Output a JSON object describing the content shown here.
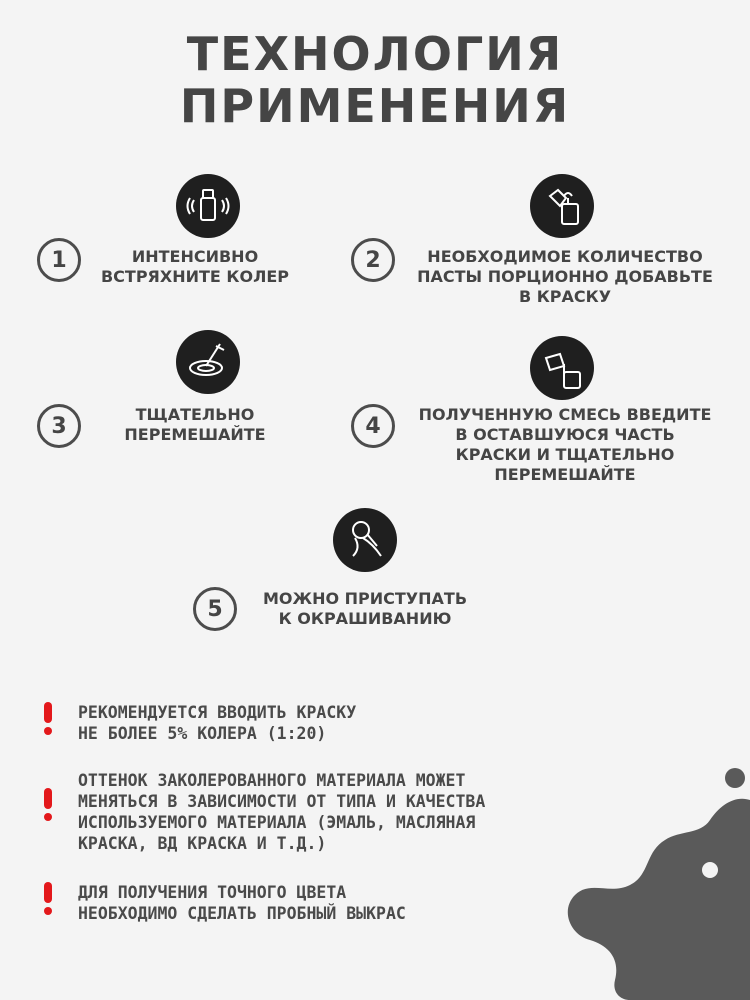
{
  "title": {
    "line1": "ТЕХНОЛОГИЯ",
    "line2": "ПРИМЕНЕНИЯ"
  },
  "steps": [
    {
      "number": "1",
      "lines": [
        "ИНТЕНСИВНО",
        "ВСТРЯХНИТЕ КОЛЕР"
      ],
      "icon": "shake-bottle-icon"
    },
    {
      "number": "2",
      "lines": [
        "НЕОБХОДИМОЕ КОЛИЧЕСТВО",
        "ПАСТЫ ПОРЦИОННО ДОБАВЬТЕ",
        "В КРАСКУ"
      ],
      "icon": "squeeze-bottle-icon"
    },
    {
      "number": "3",
      "lines": [
        "ТЩАТЕЛЬНО",
        "ПЕРЕМЕШАЙТЕ"
      ],
      "icon": "stir-icon"
    },
    {
      "number": "4",
      "lines": [
        "ПОЛУЧЕННУЮ СМЕСЬ ВВЕДИТЕ",
        "В ОСТАВШУЮСЯ ЧАСТЬ",
        "КРАСКИ И ТЩАТЕЛЬНО",
        "ПЕРЕМЕШАЙТЕ"
      ],
      "icon": "pour-can-icon"
    },
    {
      "number": "5",
      "lines": [
        "МОЖНО ПРИСТУПАТЬ",
        "К ОКРАШИВАНИЮ"
      ],
      "icon": "paint-roller-icon"
    }
  ],
  "notes": [
    {
      "lines": [
        "РЕКОМЕНДУЕТСЯ ВВОДИТЬ КРАСКУ",
        "НЕ БОЛЕЕ 5% КОЛЕРА (1:20)"
      ]
    },
    {
      "lines": [
        "ОТТЕНОК ЗАКОЛЕРОВАННОГО МАТЕРИАЛА МОЖЕТ",
        "МЕНЯТЬСЯ В ЗАВИСИМОСТИ ОТ ТИПА И КАЧЕСТВА",
        "ИСПОЛЬЗУЕМОГО МАТЕРИАЛА (ЭМАЛЬ, МАСЛЯНАЯ",
        "КРАСКА, ВД КРАСКА И Т.Д.)"
      ]
    },
    {
      "lines": [
        "ДЛЯ ПОЛУЧЕНИЯ ТОЧНОГО ЦВЕТА",
        "НЕОБХОДИМО СДЕЛАТЬ ПРОБНЫЙ ВЫКРАС"
      ]
    }
  ],
  "colors": {
    "text": "#454545",
    "icon_bg": "#1f1f1f",
    "alert": "#e3181b",
    "blob": "#5a5a5a"
  }
}
